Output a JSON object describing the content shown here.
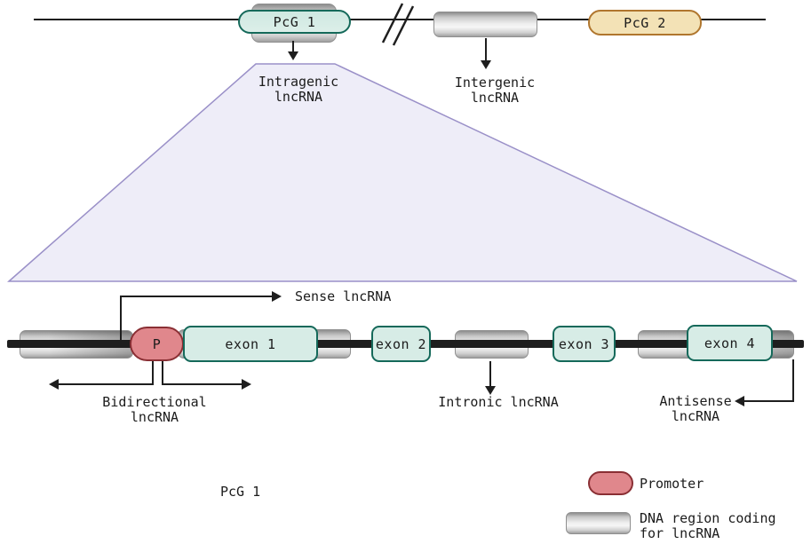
{
  "colors": {
    "ink": "#1e1e1e",
    "exon-fill": "#d7ece6",
    "exon-border": "#15695a",
    "promoter-fill": "#e0878c",
    "promoter-border": "#8a2f34",
    "pcg2-fill": "#f3e2b6",
    "pcg2-border": "#b0762e",
    "triangle-fill": "#eeedf8",
    "triangle-border": "#9a90c8",
    "gray-border": "#8f8f8f"
  },
  "top_track": {
    "pcg1": "PcG 1",
    "pcg2": "PcG 2",
    "intragenic": {
      "line1": "Intragenic",
      "line2": "lncRNA"
    },
    "intergenic": {
      "line1": "Intergenic",
      "line2": "lncRNA"
    }
  },
  "gene_track": {
    "promoter": "P",
    "exons": [
      "exon 1",
      "exon 2",
      "exon 3",
      "exon 4"
    ]
  },
  "annotations": {
    "sense": "Sense lncRNA",
    "bidirectional": {
      "line1": "Bidirectional",
      "line2": "lncRNA"
    },
    "intronic": "Intronic lncRNA",
    "antisense": {
      "line1": "Antisense",
      "line2": "lncRNA"
    },
    "gene_name": "PcG 1"
  },
  "legend": {
    "promoter": "Promoter",
    "dna_region": {
      "line1": "DNA region coding",
      "line2": "for lncRNA"
    }
  }
}
